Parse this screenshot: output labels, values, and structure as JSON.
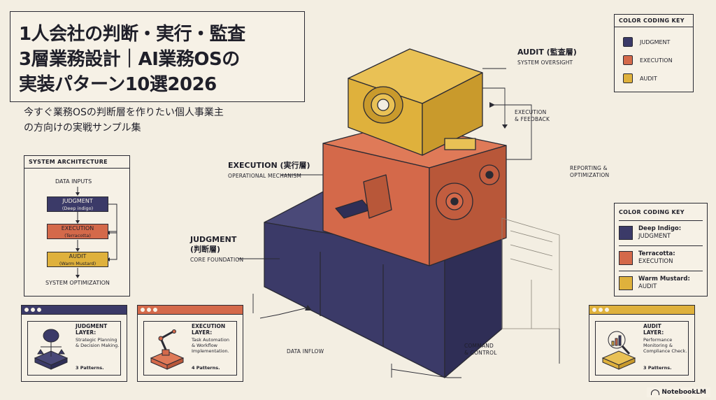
{
  "title": {
    "lines": [
      "1人会社の判断・実行・監査",
      "3層業務設計｜AI業務OSの",
      "実装パターン10選2026"
    ],
    "subtitle_lines": [
      "今すぐ業務OSの判断層を作りたい個人事業主",
      "の方向けの実戦サンプル集"
    ]
  },
  "architecture": {
    "heading": "SYSTEM ARCHITECTURE",
    "inputs": "DATA INPUTS",
    "judgment": {
      "name": "JUDGMENT",
      "sub": "(Deep indigo)"
    },
    "execution": {
      "name": "EXECUTION",
      "sub": "(Terracotta)"
    },
    "audit": {
      "name": "AUDIT",
      "sub": "(Warm Mustard)"
    },
    "optimization": "SYSTEM OPTIMIZATION"
  },
  "key_top": {
    "heading": "COLOR CODING KEY",
    "items": [
      "JUDGMENT",
      "EXECUTION",
      "AUDIT"
    ]
  },
  "key_bottom": {
    "heading": "COLOR CODING KEY",
    "items": [
      {
        "line1": "Deep Indigo:",
        "line2": "JUDGMENT"
      },
      {
        "line1": "Terracotta:",
        "line2": "EXECUTION"
      },
      {
        "line1": "Warm Mustard:",
        "line2": "AUDIT"
      }
    ]
  },
  "diagram": {
    "audit_title": "AUDIT (監査層)",
    "audit_sub": "SYSTEM OVERSIGHT",
    "execution_title": "EXECUTION (実行層)",
    "execution_sub": "OPERATIONAL MECHANISM",
    "judgment_title_1": "JUDGMENT",
    "judgment_title_2": "(判断層)",
    "judgment_sub": "CORE FOUNDATION",
    "exec_feedback_1": "EXECUTION",
    "exec_feedback_2": "& FEEDBACK",
    "reporting_1": "REPORTING &",
    "reporting_2": "OPTIMIZATION",
    "data_inflow": "DATA INFLOW",
    "command_1": "COMMAND",
    "command_2": "& CONTROL"
  },
  "cards": {
    "judgment": {
      "title": "JUDGMENT\nLAYER:",
      "desc": "Strategic Planning\n& Decision Making.",
      "count": "3 Patterns."
    },
    "execution": {
      "title": "EXECUTION\nLAYER:",
      "desc": "Task Automation\n& Workflow\nImplementation.",
      "count": "4 Patterns."
    },
    "audit": {
      "title": "AUDIT\nLAYER:",
      "desc": "Performance\nMonitoring &\nCompliance Check.",
      "count": "3 Patterns."
    }
  },
  "watermark": "NotebookLM",
  "colors": {
    "indigo": "#3b3a68",
    "terracotta": "#d4694a",
    "mustard": "#dfb13c",
    "ink": "#2a2a33",
    "paper": "#f3eee2"
  }
}
